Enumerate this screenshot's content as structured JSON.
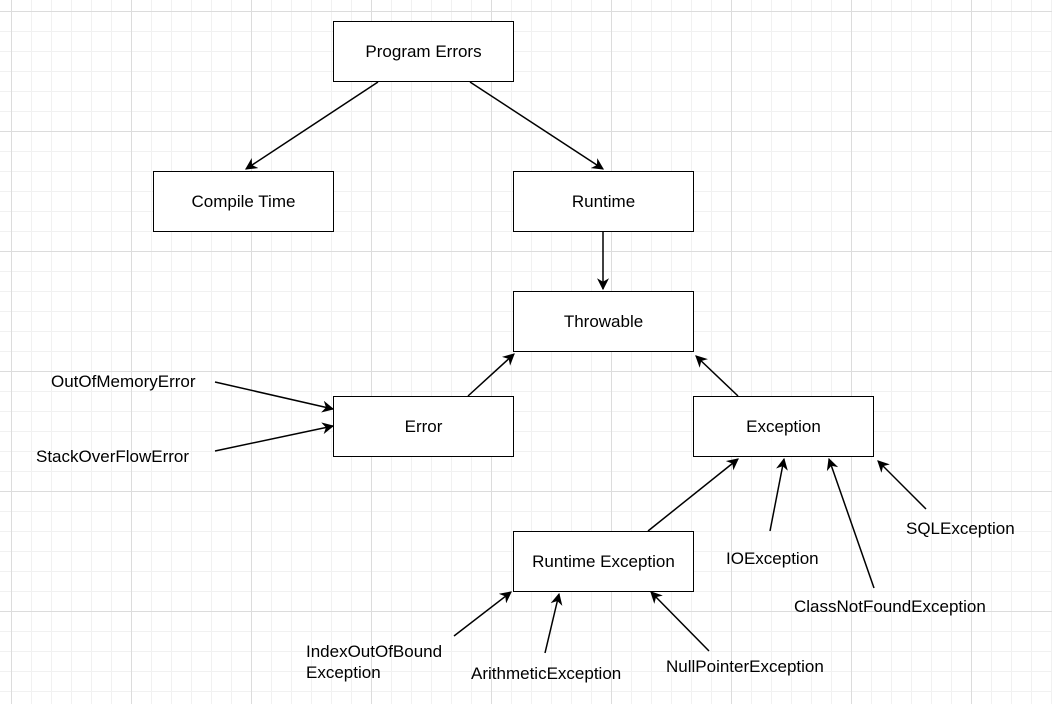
{
  "nodes": {
    "program_errors": "Program Errors",
    "compile_time": "Compile Time",
    "runtime": "Runtime",
    "throwable": "Throwable",
    "error": "Error",
    "exception": "Exception",
    "runtime_exception": "Runtime Exception"
  },
  "labels": {
    "out_of_memory_error": "OutOfMemoryError",
    "stack_overflow_error": "StackOverFlowError",
    "io_exception": "IOException",
    "class_not_found_exception": "ClassNotFoundException",
    "sql_exception": "SQLException",
    "index_out_of_bound_line1": "IndexOutOfBound",
    "index_out_of_bound_line2": "Exception",
    "arithmetic_exception": "ArithmeticException",
    "null_pointer_exception": "NullPointerException"
  },
  "edges": [
    {
      "from": "program_errors",
      "to": "compile_time"
    },
    {
      "from": "program_errors",
      "to": "runtime"
    },
    {
      "from": "runtime",
      "to": "throwable"
    },
    {
      "from": "error",
      "to": "throwable"
    },
    {
      "from": "exception",
      "to": "throwable"
    },
    {
      "from": "out_of_memory_error",
      "to": "error"
    },
    {
      "from": "stack_overflow_error",
      "to": "error"
    },
    {
      "from": "runtime_exception",
      "to": "exception"
    },
    {
      "from": "io_exception",
      "to": "exception"
    },
    {
      "from": "class_not_found_exception",
      "to": "exception"
    },
    {
      "from": "sql_exception",
      "to": "exception"
    },
    {
      "from": "index_out_of_bound_exception",
      "to": "runtime_exception"
    },
    {
      "from": "arithmetic_exception",
      "to": "runtime_exception"
    },
    {
      "from": "null_pointer_exception",
      "to": "runtime_exception"
    }
  ]
}
